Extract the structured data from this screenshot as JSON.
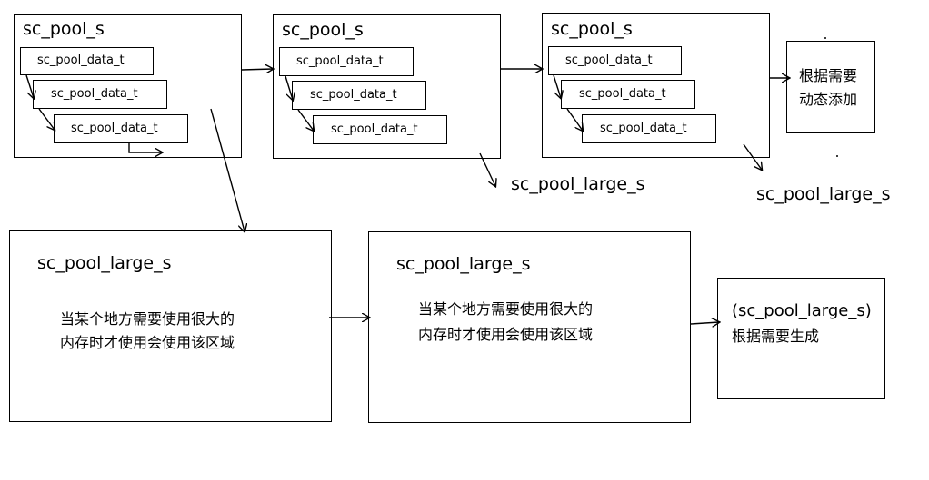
{
  "pools": [
    {
      "title": "sc_pool_s",
      "data_items": [
        "sc_pool_data_t",
        "sc_pool_data_t",
        "sc_pool_data_t"
      ]
    },
    {
      "title": "sc_pool_s",
      "data_items": [
        "sc_pool_data_t",
        "sc_pool_data_t",
        "sc_pool_data_t"
      ]
    },
    {
      "title": "sc_pool_s",
      "data_items": [
        "sc_pool_data_t",
        "sc_pool_data_t",
        "sc_pool_data_t"
      ]
    }
  ],
  "dynamic_add": {
    "line1": "根据需要",
    "line2": "动态添加"
  },
  "floating_labels": {
    "large_label_1": "sc_pool_large_s",
    "large_label_2": "sc_pool_large_s"
  },
  "large_boxes": [
    {
      "title": "sc_pool_large_s",
      "line1": "当某个地方需要使用很大的",
      "line2": "内存时才使用会使用该区域"
    },
    {
      "title": "sc_pool_large_s",
      "line1": "当某个地方需要使用很大的",
      "line2": "内存时才使用会使用该区域"
    }
  ],
  "generated_box": {
    "line1": "(sc_pool_large_s)",
    "line2": "根据需要生成"
  }
}
